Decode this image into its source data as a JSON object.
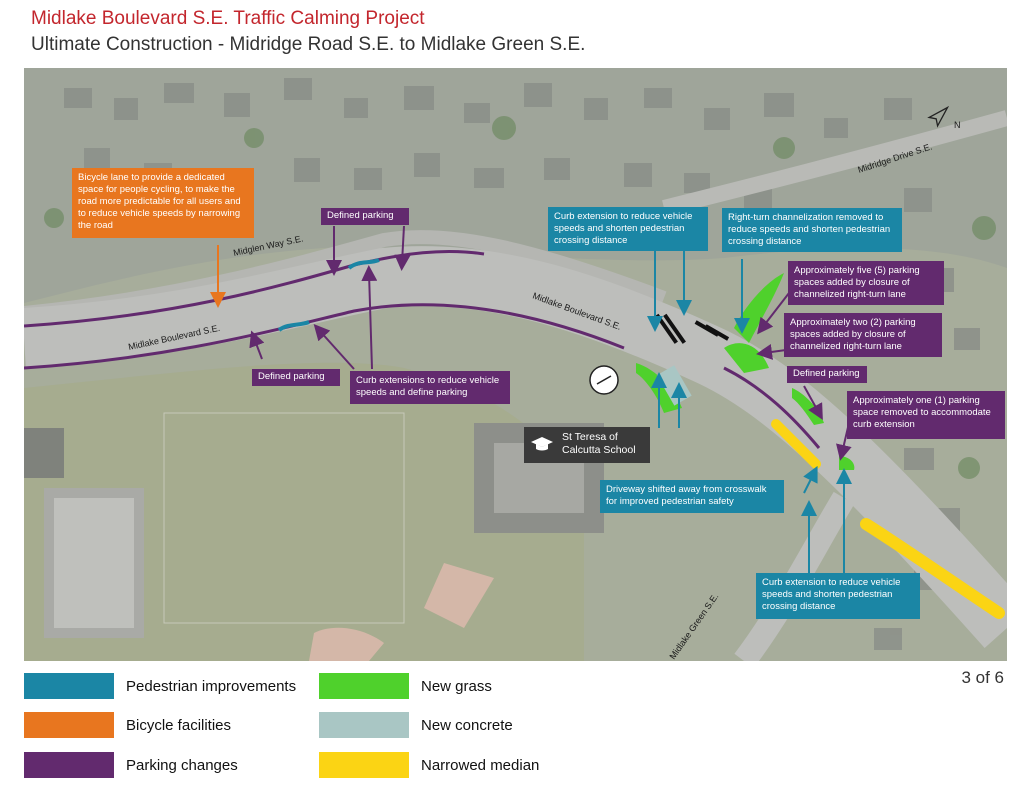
{
  "header": {
    "title": "Midlake Boulevard S.E. Traffic Calming Project",
    "subtitle": "Ultimate Construction - Midridge Road S.E. to Midlake Green S.E."
  },
  "map": {
    "streets": {
      "midglen_way": "Midglen Way S.E.",
      "midlake_boulevard_west": "Midlake Boulevard S.E.",
      "midlake_boulevard_east": "Midlake Boulevard S.E.",
      "midridge_drive": "Midridge Drive S.E.",
      "midlake_green": "Midlake Green S.E."
    },
    "north_arrow": "N",
    "callouts": {
      "bicycle_lane": "Bicycle lane to provide a dedicated space for people cycling, to make the road more predictable for all users and to reduce vehicle speeds by narrowing the road",
      "defined_parking_top": "Defined parking",
      "defined_parking_left": "Defined parking",
      "curb_ext_parking": "Curb extensions to reduce vehicle speeds and define parking",
      "curb_ext_ped_top": "Curb extension to reduce vehicle speeds and shorten pedestrian crossing distance",
      "right_turn": "Right-turn channelization removed to reduce speeds and shorten pedestrian crossing distance",
      "five_parking": "Approximately five (5) parking spaces added by closure of channelized right-turn lane",
      "two_parking": "Approximately two (2) parking spaces added by closure of channelized right-turn lane",
      "defined_parking_right": "Defined parking",
      "one_parking": "Approximately one (1) parking space removed to accommodate curb extension",
      "school": "St Teresa of Calcutta School",
      "driveway": "Driveway shifted away from crosswalk for improved pedestrian safety",
      "curb_ext_ped_bottom": "Curb extension to reduce vehicle speeds and shorten pedestrian crossing distance"
    }
  },
  "legend": [
    {
      "label": "Pedestrian improvements",
      "color": "#1b86a5"
    },
    {
      "label": "Bicycle facilities",
      "color": "#e8761f"
    },
    {
      "label": "Parking changes",
      "color": "#622a6e"
    },
    {
      "label": "New grass",
      "color": "#4fd12c"
    },
    {
      "label": "New concrete",
      "color": "#a9c6c4"
    },
    {
      "label": "Narrowed median",
      "color": "#fbd414"
    }
  ],
  "page_indicator": "3 of 6"
}
